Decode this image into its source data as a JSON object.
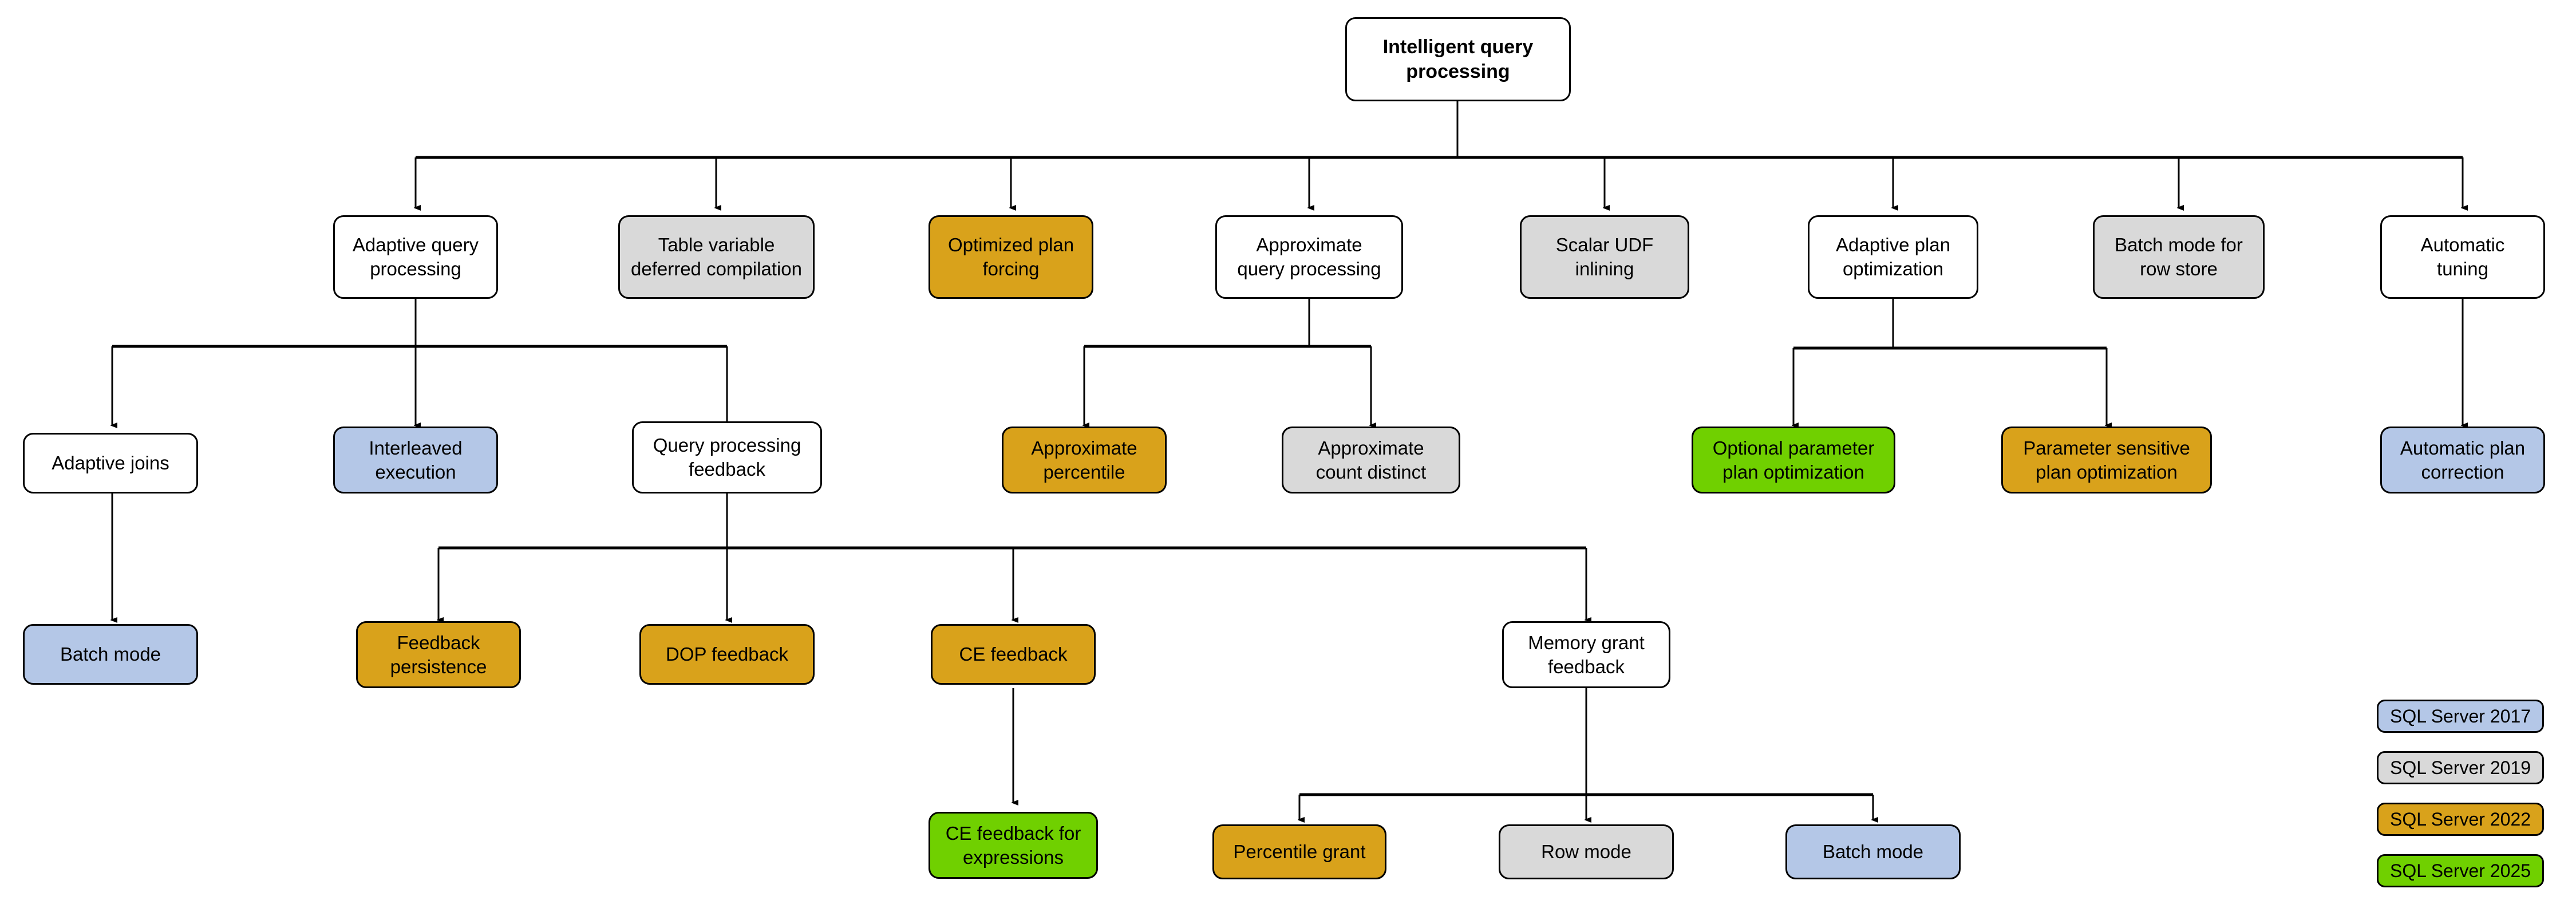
{
  "diagram": {
    "title": "Intelligent query processing",
    "root": {
      "label": "Intelligent query\nprocessing",
      "color": "white"
    },
    "level2": [
      {
        "label": "Adaptive query\nprocessing",
        "color": "white"
      },
      {
        "label": "Table variable\ndeferred compilation",
        "color": "gray"
      },
      {
        "label": "Optimized plan\nforcing",
        "color": "orange"
      },
      {
        "label": "Approximate\nquery processing",
        "color": "white"
      },
      {
        "label": "Scalar UDF\ninlining",
        "color": "gray"
      },
      {
        "label": "Adaptive plan\noptimization",
        "color": "white"
      },
      {
        "label": "Batch mode for\nrow store",
        "color": "gray"
      },
      {
        "label": "Automatic\ntuning",
        "color": "white"
      }
    ],
    "level3": [
      {
        "label": "Adaptive joins",
        "color": "white"
      },
      {
        "label": "Interleaved\nexecution",
        "color": "blue"
      },
      {
        "label": "Query processing\nfeedback",
        "color": "white"
      },
      {
        "label": "Approximate\npercentile",
        "color": "orange"
      },
      {
        "label": "Approximate\ncount distinct",
        "color": "gray"
      },
      {
        "label": "Optional parameter\nplan optimization",
        "color": "green"
      },
      {
        "label": "Parameter sensitive\nplan optimization",
        "color": "orange"
      },
      {
        "label": "Automatic plan\ncorrection",
        "color": "blue"
      }
    ],
    "level4": [
      {
        "label": "Batch mode",
        "color": "blue"
      },
      {
        "label": "Feedback\npersistence",
        "color": "orange"
      },
      {
        "label": "DOP feedback",
        "color": "orange"
      },
      {
        "label": "CE feedback",
        "color": "orange"
      },
      {
        "label": "Memory grant\nfeedback",
        "color": "white"
      }
    ],
    "level5": [
      {
        "label": "CE feedback for\nexpressions",
        "color": "green"
      },
      {
        "label": "Percentile grant",
        "color": "orange"
      },
      {
        "label": "Row mode",
        "color": "gray"
      },
      {
        "label": "Batch mode",
        "color": "blue"
      }
    ],
    "legend": [
      {
        "label": "SQL Server 2017",
        "color": "blue"
      },
      {
        "label": "SQL Server 2019",
        "color": "gray"
      },
      {
        "label": "SQL Server 2022",
        "color": "orange"
      },
      {
        "label": "SQL Server 2025",
        "color": "green"
      }
    ],
    "palette": {
      "white": "#ffffff",
      "gray": "#d9d9d9",
      "orange": "#d9a21b",
      "blue": "#b4c7e7",
      "green": "#70d000",
      "stroke": "#000000"
    }
  }
}
